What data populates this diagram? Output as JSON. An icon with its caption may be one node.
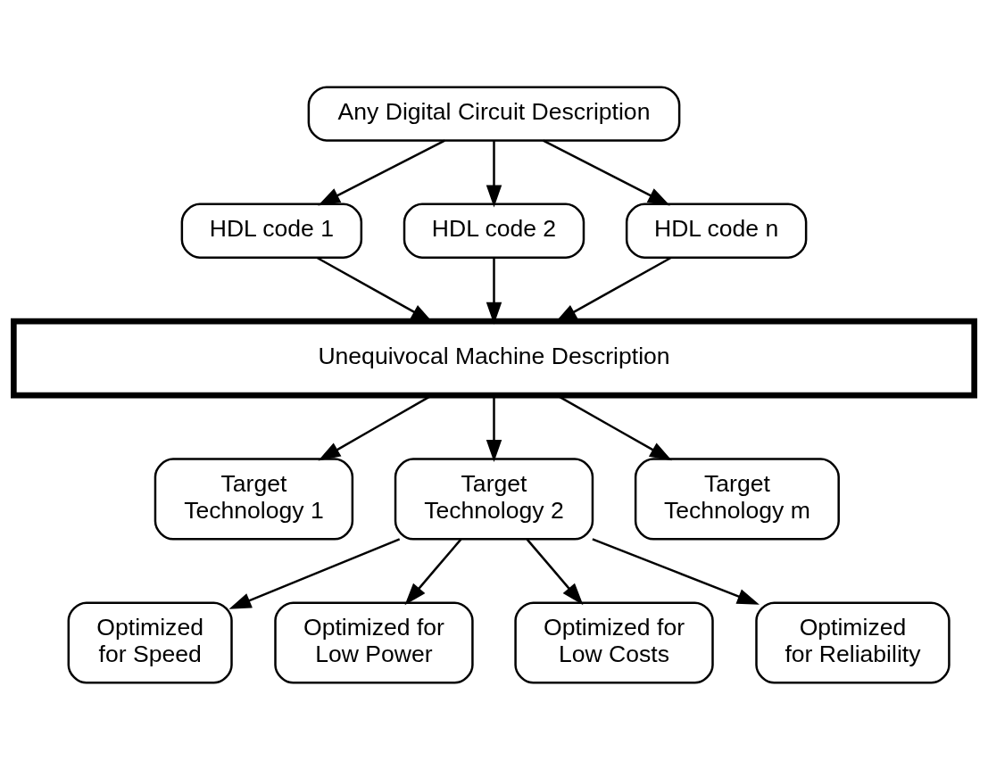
{
  "diagram": {
    "nodes": [
      {
        "text": [
          "Any Digital Circuit Description"
        ]
      },
      {
        "text": [
          "HDL code 1"
        ]
      },
      {
        "text": [
          "HDL code 2"
        ]
      },
      {
        "text": [
          "HDL code n"
        ]
      },
      {
        "text": [
          "Unequivocal Machine Description"
        ]
      },
      {
        "text": [
          "Target Technology 1"
        ]
      },
      {
        "text": [
          "Target Technology 2"
        ]
      },
      {
        "text": [
          "Target Technology m"
        ]
      },
      {
        "text": [
          "Optimized for Speed"
        ]
      },
      {
        "text": [
          "Optimized for Low Power"
        ]
      },
      {
        "text": [
          "Optimized for Low Costs"
        ]
      },
      {
        "text": [
          "Optimized for Reliability"
        ]
      }
    ],
    "edges": [
      {
        "from": 0,
        "to": 1,
        "arrow": "to"
      },
      {
        "from": 0,
        "to": 2,
        "arrow": "to"
      },
      {
        "from": 0,
        "to": 3,
        "arrow": "to"
      },
      {
        "from": 1,
        "to": 4,
        "arrow": "to"
      },
      {
        "from": 2,
        "to": 4,
        "arrow": "to"
      },
      {
        "from": 3,
        "to": 4,
        "arrow": "to"
      },
      {
        "from": 4,
        "to": 5,
        "arrow": "to"
      },
      {
        "from": 4,
        "to": 6,
        "arrow": "to"
      },
      {
        "from": 4,
        "to": 7,
        "arrow": "to"
      },
      {
        "from": 6,
        "to": 8,
        "arrow": "to"
      },
      {
        "from": 6,
        "to": 9,
        "arrow": "to"
      },
      {
        "from": 6,
        "to": 10,
        "arrow": "to"
      },
      {
        "from": 6,
        "to": 11,
        "arrow": "to"
      }
    ]
  }
}
